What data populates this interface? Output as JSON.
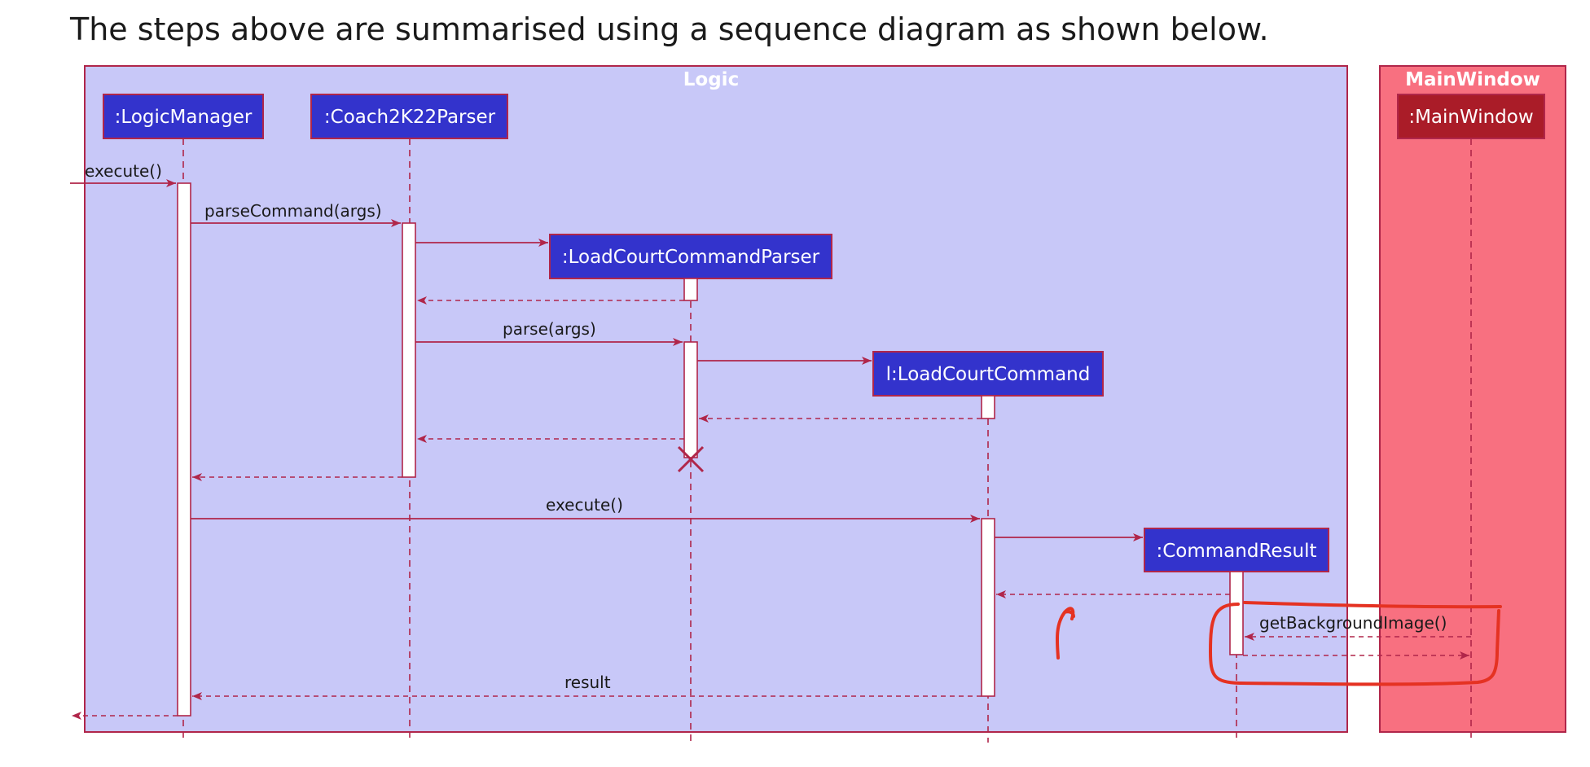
{
  "intro_text": "The steps above are summarised using a sequence diagram as shown below.",
  "frames": {
    "logic": "Logic",
    "mainwindow": "MainWindow"
  },
  "participants": {
    "logic_manager": ":LogicManager",
    "parser": ":Coach2K22Parser",
    "load_court_parser": ":LoadCourtCommandParser",
    "load_court_command": "l:LoadCourtCommand",
    "command_result": ":CommandResult",
    "main_window": ":MainWindow"
  },
  "messages": {
    "execute_in": "execute()",
    "parse_command": "parseCommand(args)",
    "parse": "parse(args)",
    "execute": "execute()",
    "get_background_image": "getBackgroundImage()",
    "result": "result"
  },
  "colors": {
    "logic_frame_fill": "#c8c8f8",
    "mainwindow_frame_fill": "#f87080",
    "participant_box": "#3333cc",
    "mainwindow_box": "#aa1c28",
    "line": "#b0264a",
    "annotation_red": "#e53222"
  }
}
